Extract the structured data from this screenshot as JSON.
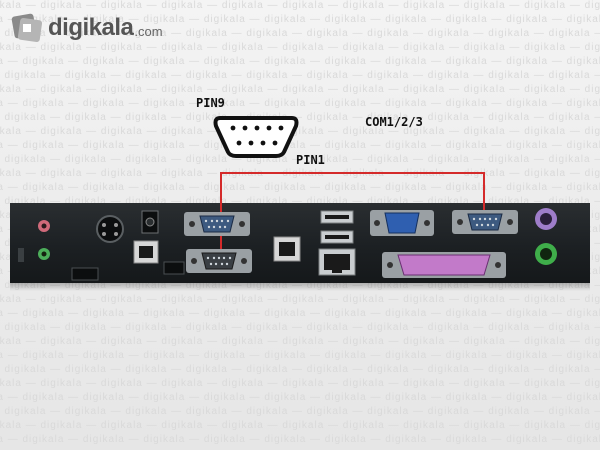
{
  "brand": {
    "name": "digikala",
    "suffix": ".com",
    "watermark_text": "digikala"
  },
  "labels": {
    "pin9": "PIN9",
    "pin1": "PIN1",
    "com_ports": "COM1/2/3"
  },
  "colors": {
    "connection_line": "#d42a2a",
    "panel": "#1e2224",
    "vga_port": "#2f5fb0",
    "parallel_port": "#c27ac9",
    "ps2_mouse": "#9e7dc9",
    "ps2_keyboard": "#3fae4a",
    "audio_pink": "#d06a7a",
    "audio_green": "#4cae5a"
  },
  "icons": [
    "db9-connector-icon",
    "audio-jack-icon",
    "din-power-icon",
    "dc-power-icon",
    "rj11-port-icon",
    "serial-port-icon",
    "usb-port-icon",
    "ethernet-port-icon",
    "vga-port-icon",
    "parallel-port-icon",
    "ps2-port-icon"
  ]
}
